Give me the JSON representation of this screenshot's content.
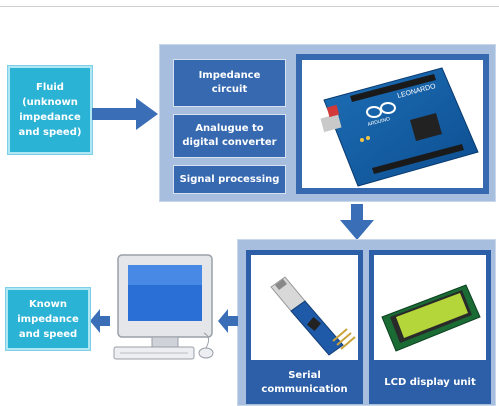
{
  "input_box": {
    "text": "Fluid\n(unknown\nimpedance\nand speed)"
  },
  "output_box": {
    "text": "Known\nimpedance\nand speed"
  },
  "processing": {
    "modules": [
      {
        "label": "Impedance\ncircuit"
      },
      {
        "label": "Analugue to\ndigital converter"
      },
      {
        "label": "Signal processing"
      }
    ],
    "board_brand": "ARDUINO",
    "board_model": "LEONARDO"
  },
  "output_units": [
    {
      "label": "Serial\ncommunication"
    },
    {
      "label": "LCD display unit"
    }
  ],
  "colors": {
    "teal": "#2bb3d6",
    "panel": "#a7bede",
    "module": "#3769b1",
    "arrow": "#3a6fb8"
  }
}
